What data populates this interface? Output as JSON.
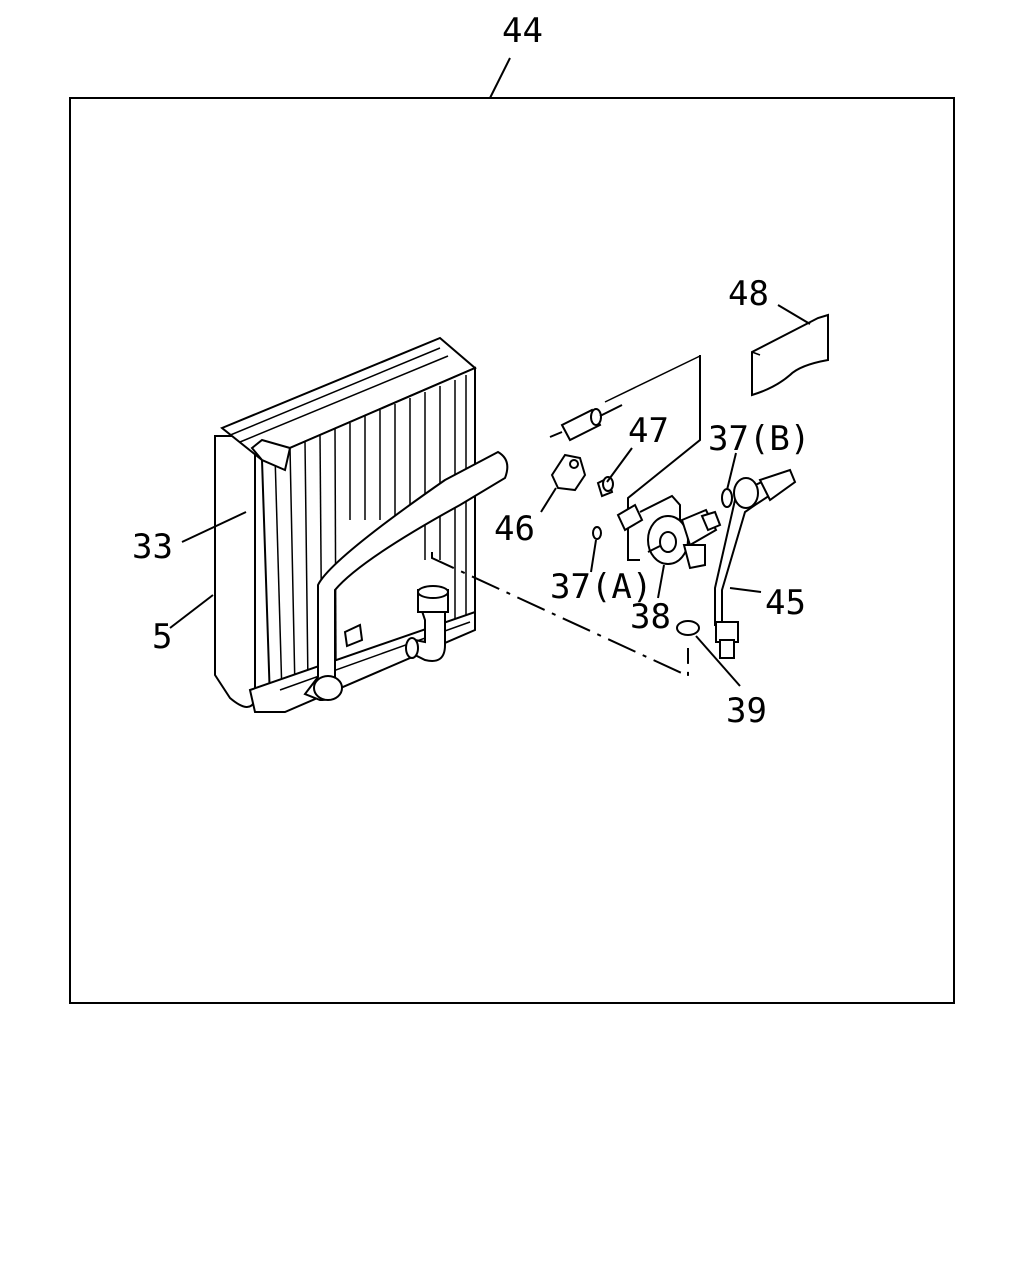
{
  "labels": {
    "l44": "44",
    "l48": "48",
    "l47": "47",
    "l37b": "37(B)",
    "l46": "46",
    "l33": "33",
    "l37a": "37(A)",
    "l45": "45",
    "l38": "38",
    "l5": "5",
    "l39": "39"
  }
}
